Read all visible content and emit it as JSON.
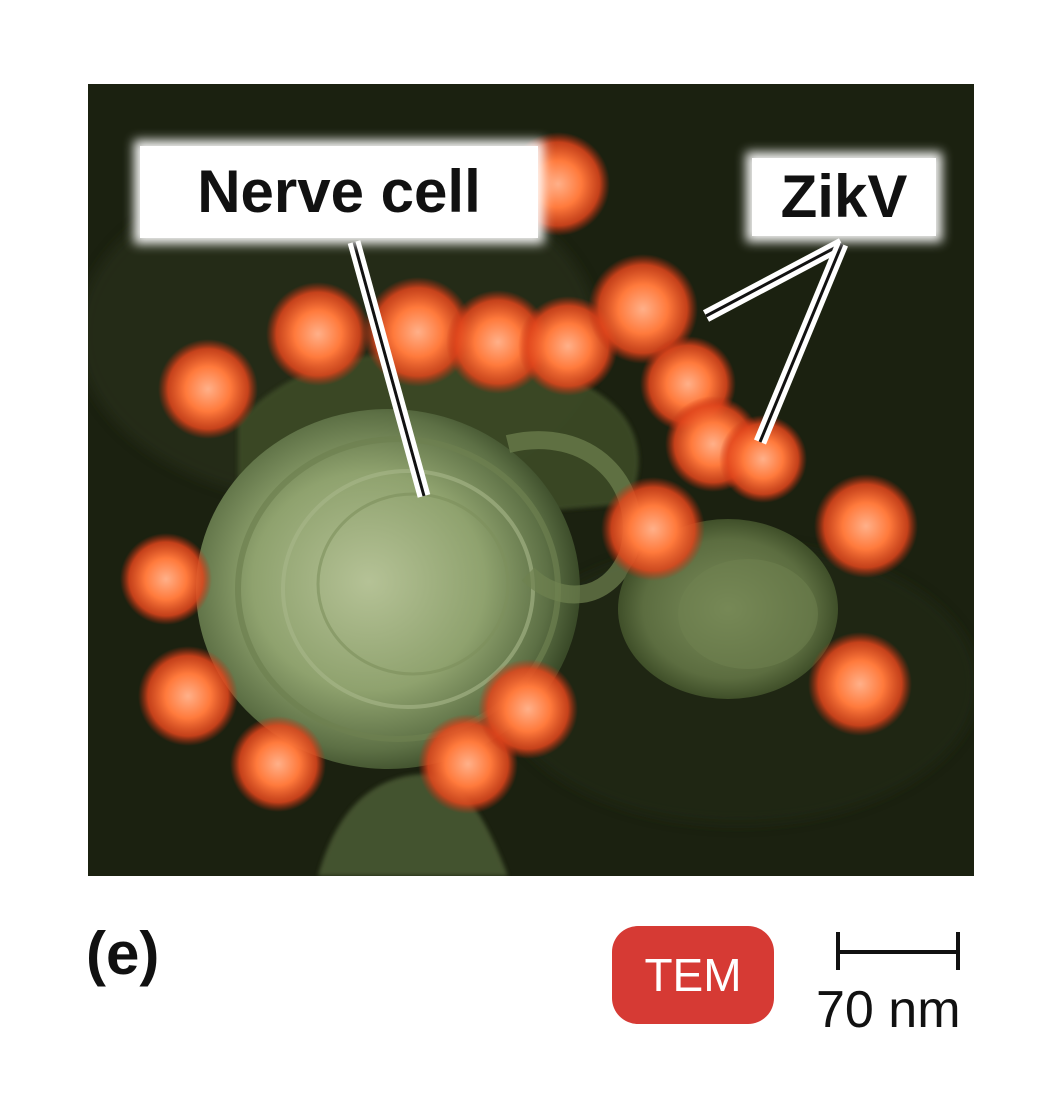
{
  "figure": {
    "labels": {
      "nerve_cell": "Nerve cell",
      "zikv": "ZikV"
    },
    "panel_letter": "(e)",
    "technique_badge": "TEM",
    "scale_bar_label": "70 nm"
  },
  "colors": {
    "background": "#1b2110",
    "cell_green": "#8b9c6c",
    "virus_orange": "#ff6a2e",
    "badge_red": "#d63a34"
  }
}
